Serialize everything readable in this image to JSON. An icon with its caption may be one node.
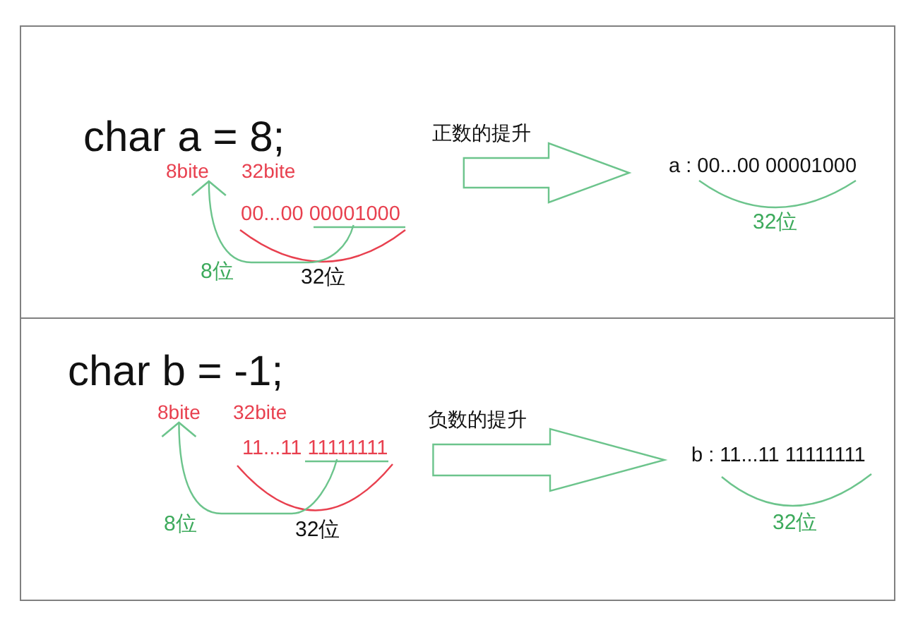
{
  "diagram": {
    "nodes": [
      {
        "text": [],
        "shape": "box"
      },
      {
        "text": [
          "8bite"
        ],
        "in": 0
      },
      {
        "text": [
          "00...00 00001000"
        ],
        "in": 0
      },
      {
        "text": [
          "a : 00...00 00001000"
        ],
        "in": 0
      },
      {
        "text": [],
        "shape": "box"
      },
      {
        "text": [
          "8bite"
        ],
        "in": 4
      },
      {
        "text": [
          "11...11 11111111"
        ],
        "in": 4
      },
      {
        "text": [
          "b : 11...11 11111111"
        ],
        "in": 4
      }
    ],
    "edges": [
      {
        "from": 2,
        "to": 1,
        "arrow": "to",
        "label": "8位"
      },
      {
        "from": 2,
        "to": 3,
        "arrow": "to",
        "label": "正数的提升"
      },
      {
        "from": 6,
        "to": 5,
        "arrow": "to",
        "label": "8位"
      },
      {
        "from": 6,
        "to": 7,
        "arrow": "to",
        "label": "负数的提升"
      }
    ],
    "labels": [
      "char a = 8;",
      "32bite",
      "32位",
      "32位",
      "char b = -1;",
      "32bite",
      "32位",
      "32位"
    ]
  }
}
